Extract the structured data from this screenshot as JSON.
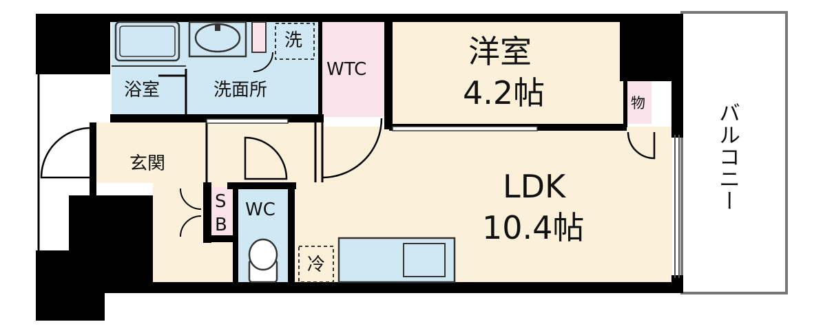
{
  "rooms": {
    "bath": "浴室",
    "washroom": "洗面所",
    "washer": "洗",
    "wtc": "WTC",
    "western_name": "洋室",
    "western_size": "4.2帖",
    "storage": "物",
    "balcony": "バルコニー",
    "entrance": "玄関",
    "shoebox_s": "S",
    "shoebox_b": "B",
    "wc": "WC",
    "ldk_name": "LDK",
    "ldk_size": "10.4帖",
    "fridge": "冷"
  },
  "colors": {
    "wet_area": "#cfe8f4",
    "wtc": "#f9e2ea",
    "floor": "#fbf1da",
    "wall": "#000000"
  }
}
